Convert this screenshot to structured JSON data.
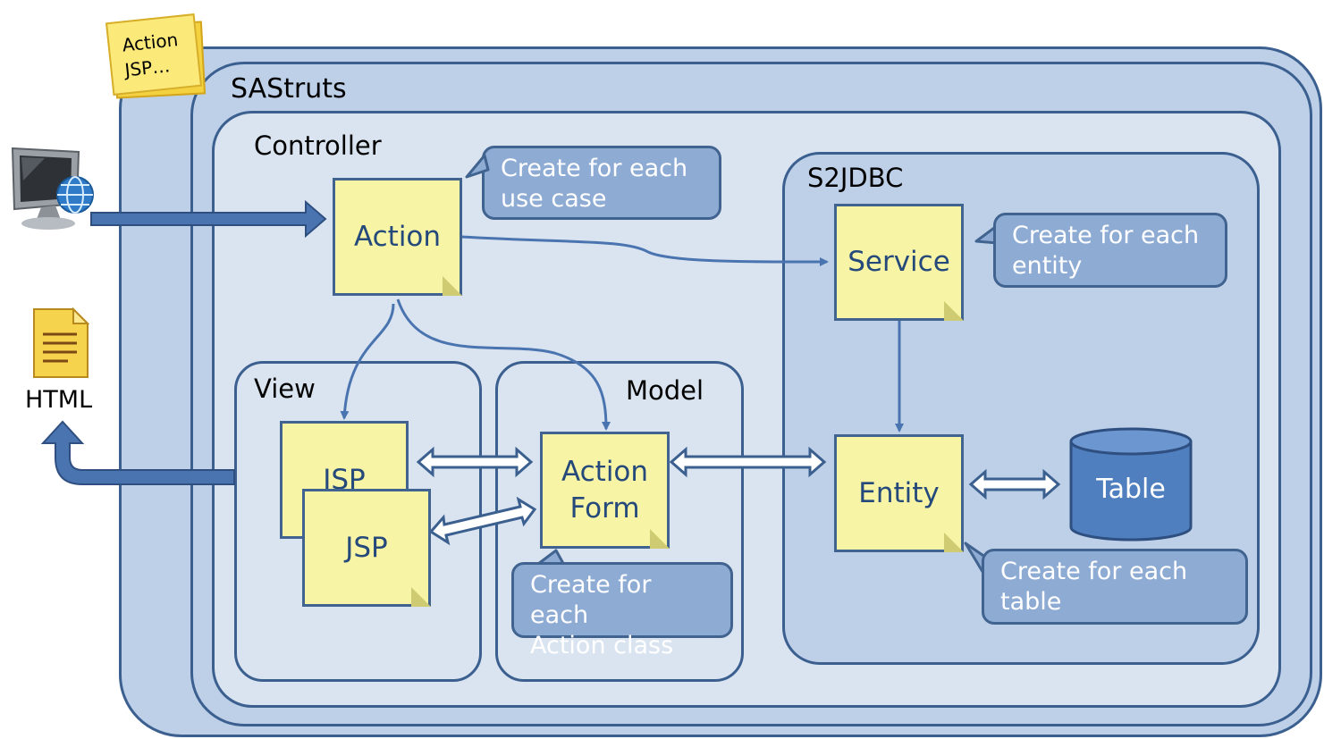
{
  "sticky": {
    "line1": "Action",
    "line2": "JSP…"
  },
  "containers": {
    "sastruts": "SAStruts",
    "controller": "Controller",
    "s2jdbc": "S2JDBC",
    "view": "View",
    "model": "Model"
  },
  "components": {
    "action": "Action",
    "service": "Service",
    "jsp_back": "JSP",
    "jsp_front": "JSP",
    "action_form_1": "Action",
    "action_form_2": "Form",
    "entity": "Entity",
    "table": "Table"
  },
  "callouts": {
    "action_1": "Create for each",
    "action_2": "use case",
    "service_1": "Create for each",
    "service_2": "entity",
    "form_1": "Create for each",
    "form_2": "Action class",
    "entity": "Create for each table"
  },
  "html_icon_label": "HTML",
  "colors": {
    "outer_fill": "#bdd0e8",
    "inner_fill": "#dae4f1",
    "note_fill": "#f7f4a6",
    "callout_fill": "#8eabd4",
    "arrow": "#4a74b0",
    "table_fill": "#4f7fbf"
  }
}
